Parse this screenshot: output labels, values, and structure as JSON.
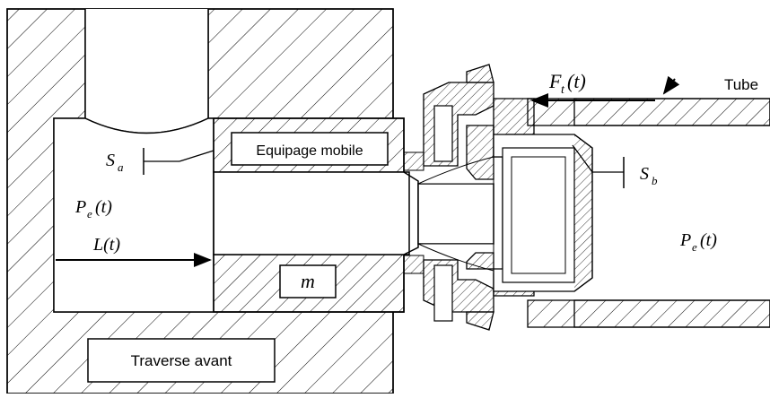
{
  "labels": {
    "tube": "Tube",
    "force": "F",
    "force_sub": "t",
    "force_arg": "(t)",
    "equipage": "Equipage mobile",
    "sa": "S",
    "sa_sub": "a",
    "sb": "S",
    "sb_sub": "b",
    "pe_left": "P",
    "pe_left_sub": "e",
    "pe_left_arg": "(t)",
    "pe_right": "P",
    "pe_right_sub": "e",
    "pe_right_arg": "(t)",
    "length": "L(t)",
    "mass": "m",
    "traverse": "Traverse avant"
  },
  "colors": {
    "line": "#000000",
    "hatch": "#000000",
    "background": "#ffffff"
  }
}
